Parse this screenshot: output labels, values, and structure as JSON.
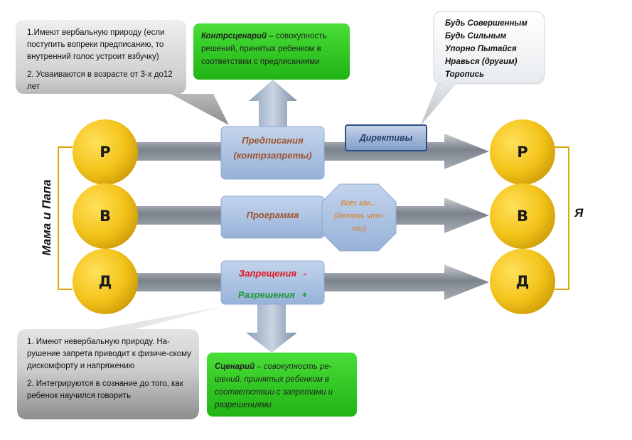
{
  "parents_label": "Мама и Папа",
  "self_label": "Я",
  "ego_states": [
    "Р",
    "В",
    "Д"
  ],
  "boxes": {
    "prescriptions": "Предписания (контрзапреты)",
    "program": "Программа",
    "prohibitions": "Запрещения",
    "prohibitions_sign": "-",
    "permissions": "Разрешения",
    "permissions_sign": "+",
    "directives": "Директивы",
    "octagon": "Вот как... (делать что-то)"
  },
  "callouts": {
    "top_left_1": "1.Имеют вербальную природу (если поступить вопреки предписанию, то внутренний голос устроит взбучку)",
    "top_left_2": "2. Усваиваются в возрасте от 3-х до12 лет",
    "bottom_left_1": "1. Имеют невербальную природу. На-рушение запрета приводит к физиче-скому дискомфорту и напряжению",
    "bottom_left_2": "2. Интегрируются в сознание до того, как ребенок научился говорить",
    "drivers": [
      "Будь Совершенным",
      "Будь Сильным",
      "Упорно Пытайся",
      "Нравься (другим)",
      "Торопись"
    ]
  },
  "green_boxes": {
    "counterscript_term": "Контрсценарий",
    "counterscript_text": " – совокупность решений, принятых ребенком в соответствии с предписаниями",
    "script_term": "Сценарий",
    "script_text": " – совокупность ре-шений, принятых ребенком в соответствии с запретами и разрешениями"
  },
  "colors": {
    "circle": "#f2c318",
    "blue_box": "#a9c2e2",
    "green_box": "#2ec41f",
    "arrow": "#8a9099",
    "label_brown": "#a0522d",
    "red": "#e0141e",
    "green_text": "#1f9a3a"
  }
}
